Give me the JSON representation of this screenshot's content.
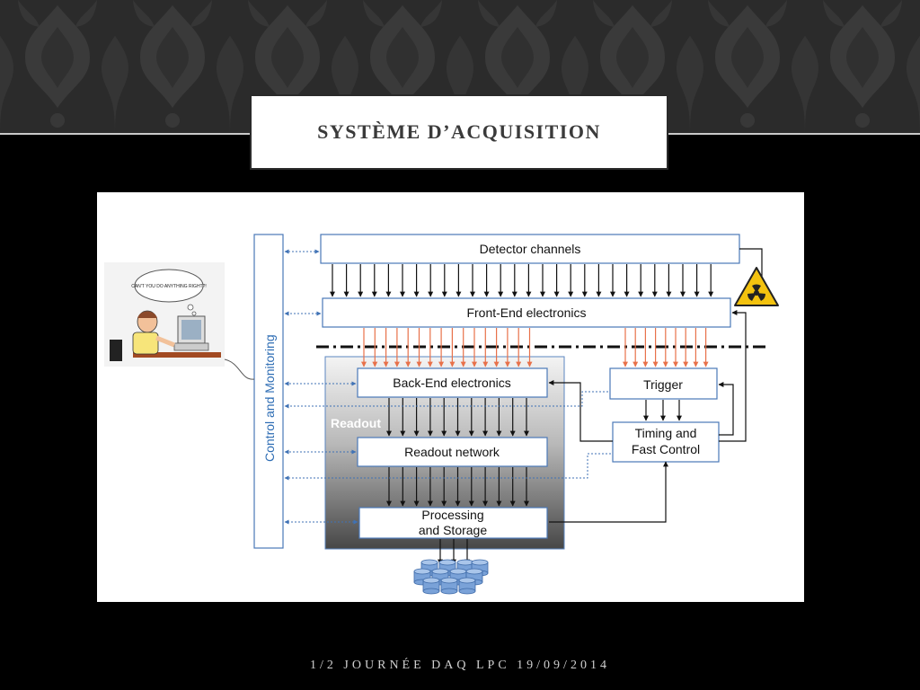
{
  "slide": {
    "title": "SYSTÈME D’ACQUISITION",
    "footer": "1/2 JOURNÉE DAQ  LPC 19/09/2014"
  },
  "diagram": {
    "control_label": "Control and Monitoring",
    "readout_label": "Readout",
    "blocks": {
      "detector": "Detector channels",
      "frontend": "Front-End electronics",
      "backend": "Back-End electronics",
      "readout_network": "Readout network",
      "processing_line1": "Processing",
      "processing_line2": "and Storage",
      "trigger": "Trigger",
      "timing_line1": "Timing and",
      "timing_line2": "Fast Control"
    },
    "cartoon_caption": "CAN'T YOU DO ANYTHING RIGHT?!",
    "colors": {
      "block_border": "#4a78b8",
      "signal_arrow": "#e8714a",
      "control_arrow": "#4a78b8",
      "readout_gradient_top": "#f2f2f2",
      "readout_gradient_bottom": "#4a4a4a",
      "hazard_yellow": "#f3c20f"
    },
    "icons": [
      "radiation-hazard-icon",
      "cartoon-operator",
      "storage-disks-icon"
    ]
  }
}
